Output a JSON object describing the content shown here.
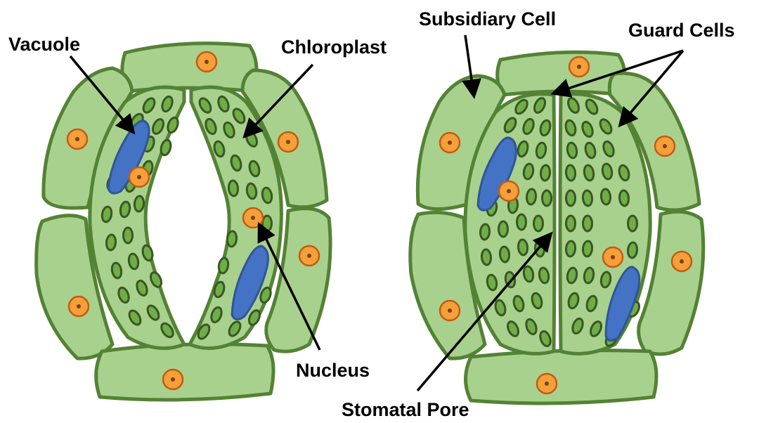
{
  "labels": {
    "vacuole": "Vacuole",
    "chloroplast": "Chloroplast",
    "nucleus": "Nucleus",
    "subsidiary_cell": "Subsidiary Cell",
    "guard_cells": "Guard Cells",
    "stomatal_pore": "Stomatal Pore"
  },
  "colors": {
    "cell_fill": "#a9d18e",
    "cell_stroke": "#548235",
    "chloroplast_fill": "#70ad47",
    "chloroplast_stroke": "#385723",
    "vacuole_fill": "#4472c4",
    "vacuole_stroke": "#2f5597",
    "nucleus_fill": "#f4a03a",
    "nucleus_stroke": "#c55a11",
    "nucleolus": "#843c0c",
    "arrow": "#000000"
  },
  "states": {
    "left": "open stoma",
    "right": "closed stoma"
  }
}
